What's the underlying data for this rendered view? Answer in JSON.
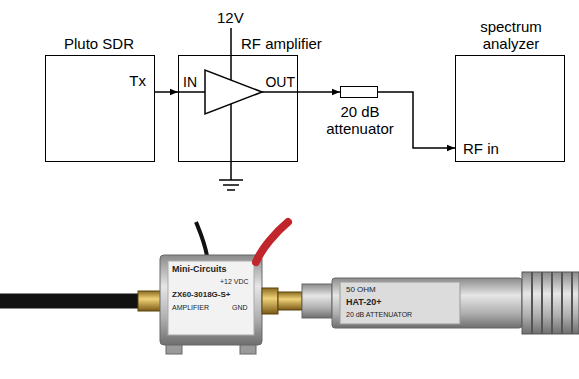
{
  "diagram": {
    "nodes": [
      {
        "text": [
          "Pluto SDR",
          "Tx"
        ]
      },
      {
        "text": [
          "RF amplifier",
          "IN",
          "OUT"
        ]
      },
      {
        "text": [
          "20 dB attenuator"
        ]
      },
      {
        "text": [
          "spectrum analyzer",
          "RF in"
        ]
      }
    ],
    "edges": [
      {
        "from": 0,
        "to": 1,
        "arrow": "to"
      },
      {
        "from": 1,
        "to": 2,
        "arrow": "to"
      },
      {
        "from": 2,
        "to": 3,
        "arrow": "to"
      }
    ],
    "labels": [
      "12V",
      "Mini-Circuits",
      "+12 VDC",
      "ZX60-3018G-S+",
      "AMPLIFIER",
      "GND",
      "50 OHM",
      "HAT-20+",
      "20 dB ATTENUATOR"
    ]
  }
}
